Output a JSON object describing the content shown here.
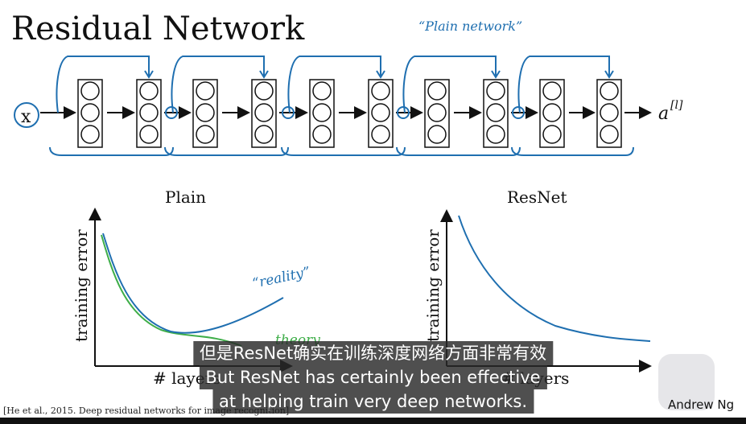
{
  "slide": {
    "title": "Residual Network",
    "plain_network_note": "“Plain network”",
    "input_label": "x",
    "output_label": "a",
    "output_superscript": "[l]",
    "citation": "[He et al., 2015. Deep residual networks for image recognition]",
    "author": "Andrew Ng"
  },
  "plots": [
    {
      "title": "Plain",
      "ylabel": "training error",
      "xlabel": "# layers",
      "annotations": [
        "“reality”",
        "theory"
      ]
    },
    {
      "title": "ResNet",
      "ylabel": "training error",
      "xlabel": "# layers"
    }
  ],
  "subtitles": {
    "chinese": "但是ResNet确实在训练深度网络方面非常有效",
    "english_line1": "But ResNet has certainly been effective",
    "english_line2": "at helping train very deep networks."
  },
  "colors": {
    "ink": "#111111",
    "hand_blue": "#1f6fb0",
    "hand_green": "#3fae49"
  }
}
